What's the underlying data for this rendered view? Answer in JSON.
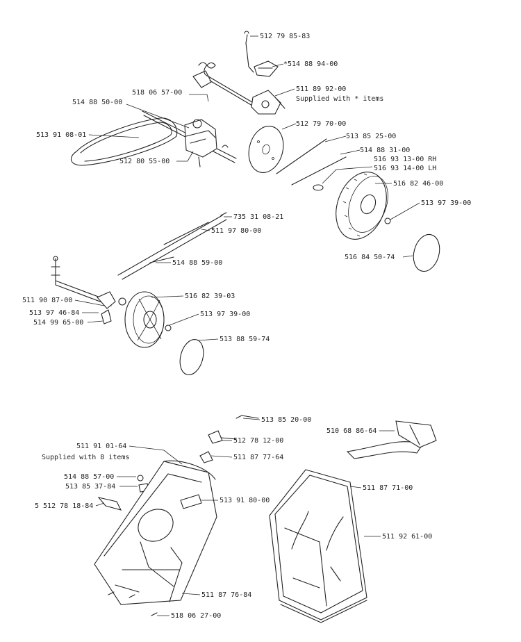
{
  "labels": {
    "p512_79_85_83": "512 79 85-83",
    "p514_88_94_00": "*514 88 94-00",
    "p611_89_92_00": "511 89 92-00",
    "supplied_star": "Supplied with * items",
    "p518_06_57_00": "518 06 57-00",
    "p514_88_50_00": "514 88 50-00",
    "p513_91_08_01": "513 91 08-01",
    "p512_80_55_00": "512 80 55-00",
    "p512_79_70_00": "512 79 70-00",
    "p513_85_25_00": "513 85 25-00",
    "p514_88_31_00": "514 88 31-00",
    "p516_93_13_rh": "516 93 13-00 RH",
    "p516_93_14_lh": "516 93 14-00 LH",
    "p516_82_46_00": "516 82 46-00",
    "p513_97_39_00": "513 97 39-00",
    "p516_84_50_74": "516 84 50-74",
    "p735_31_08_21": "735 31 08-21",
    "p511_97_80_00": "511 97 80-00",
    "p514_88_59_00": "514 88 59-00",
    "p511_90_87_00": "511 90 87-00",
    "p513_97_46_84": "513 97 46-84",
    "p514_99_65_00": "514 99 65-00",
    "p516_82_39_03": "516 82 39-03",
    "p513_97_39_00b": "513 97 39-00",
    "p513_88_59_74": "513 88 59-74",
    "p513_85_20_00": "513 85 20-00",
    "p512_78_12_00": "512 78 12-00",
    "p511_87_77_64": "511 87 77-64",
    "p510_68_86_64": "510 68 86-64",
    "p511_91_01_64": "511 91 01-64",
    "supplied_8": "Supplied with 8 items",
    "p514_88_57_00": "514 88 57-00",
    "p513_85_37_84": "513 85 37-84",
    "p5_512_78_18_84": "5 512 78 18-84",
    "p513_91_80_00": "513 91 80-00",
    "p511_87_71_00": "511 87 71-00",
    "p511_92_61_00": "511 92 61-00",
    "p511_87_76_84": "511 87 76-84",
    "p518_06_27_00": "518 06 27-00"
  }
}
